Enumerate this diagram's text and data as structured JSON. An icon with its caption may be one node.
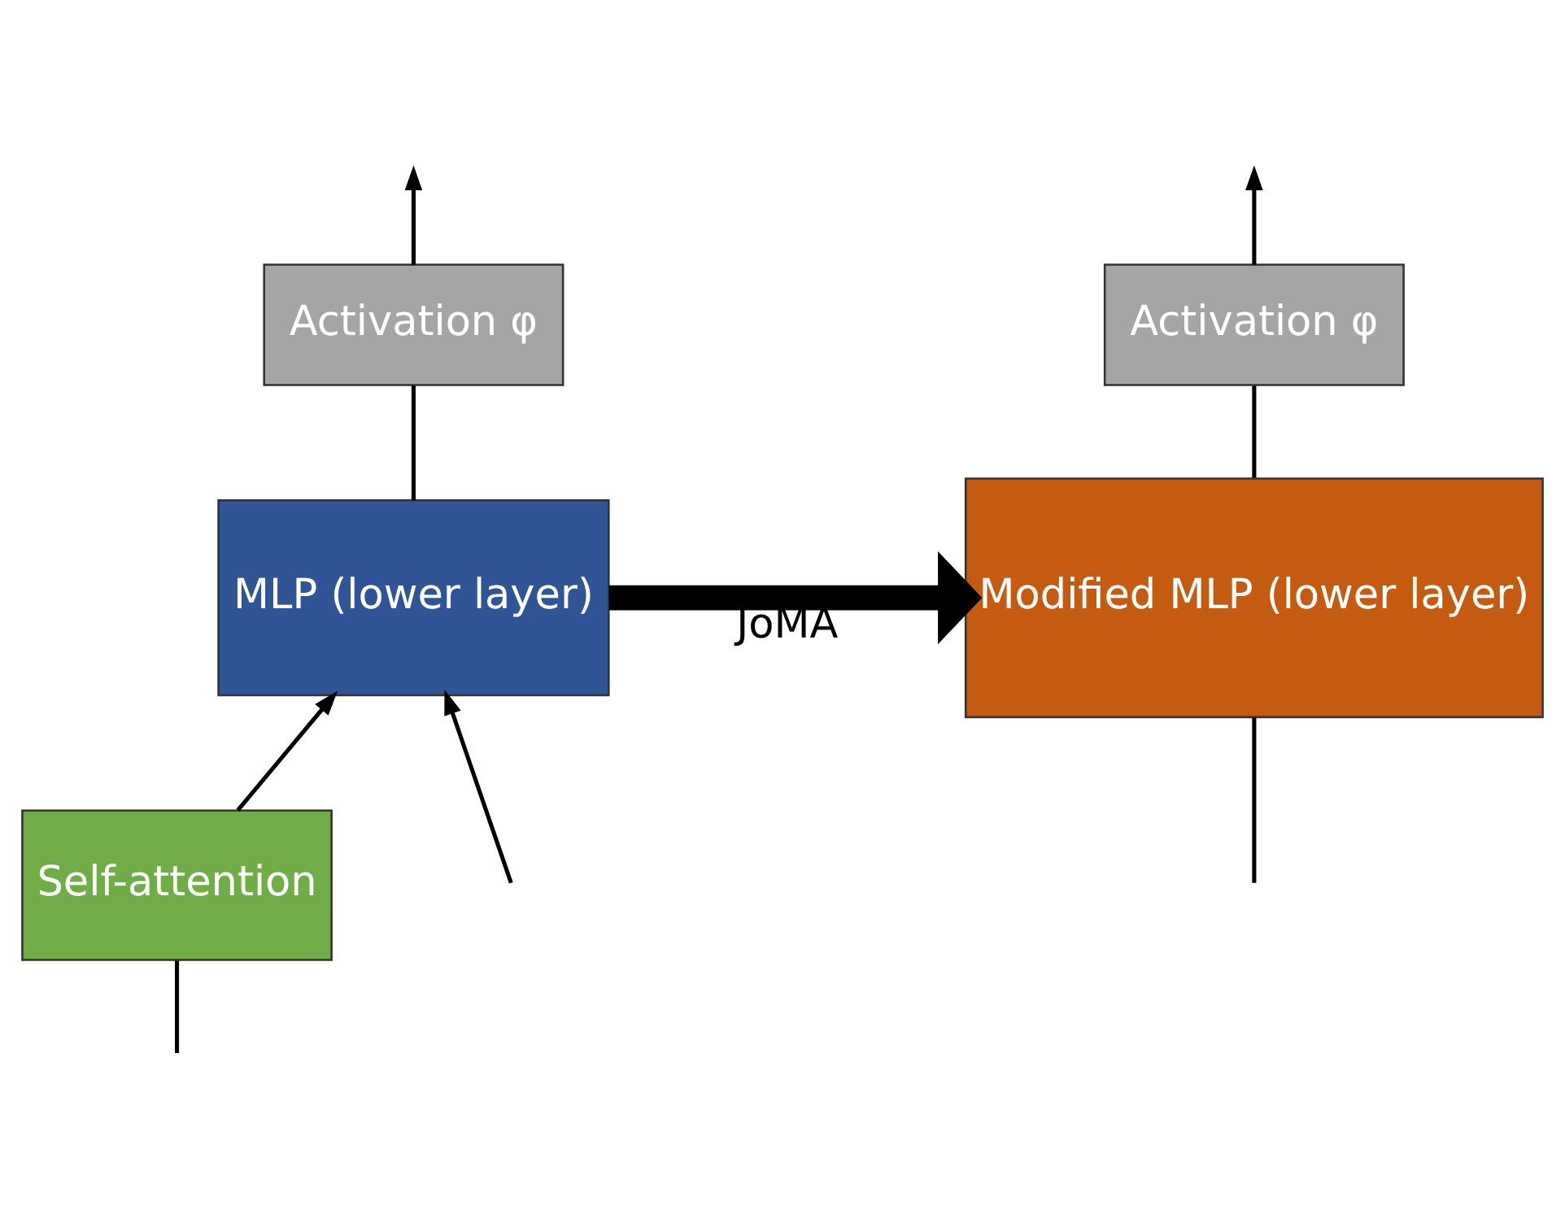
{
  "diagram": {
    "nodes": [
      {
        "text": [
          "Activation φ"
        ]
      },
      {
        "text": [
          "MLP (lower layer)"
        ]
      },
      {
        "text": [
          "Self-attention"
        ]
      },
      {
        "text": [
          "Activation φ"
        ]
      },
      {
        "text": [
          "Modified MLP (lower layer)"
        ]
      }
    ],
    "edges": [
      {
        "from": null,
        "to": 2,
        "arrow": "none"
      },
      {
        "from": 2,
        "to": 1,
        "arrow": "to"
      },
      {
        "from": null,
        "to": 1,
        "arrow": "to"
      },
      {
        "from": 1,
        "to": 0,
        "arrow": "none"
      },
      {
        "from": 0,
        "to": null,
        "arrow": "to"
      },
      {
        "from": 1,
        "to": 4,
        "arrow": "to",
        "label": "JoMA",
        "style": "thick"
      },
      {
        "from": null,
        "to": 4,
        "arrow": "none"
      },
      {
        "from": 4,
        "to": 3,
        "arrow": "none"
      },
      {
        "from": 3,
        "to": null,
        "arrow": "to"
      }
    ]
  }
}
